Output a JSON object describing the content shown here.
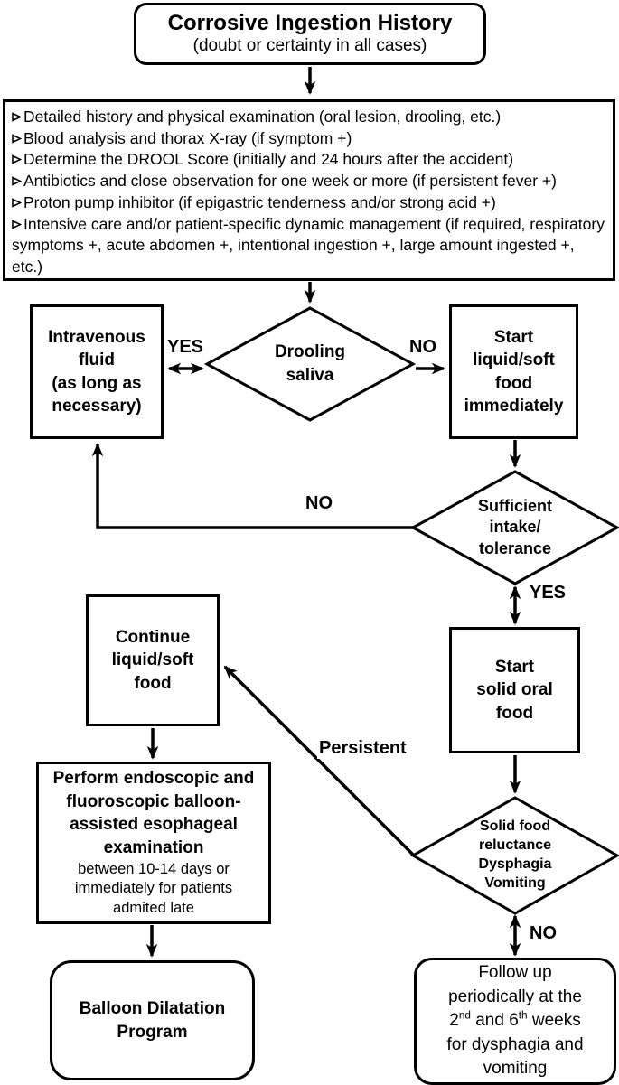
{
  "title_box": {
    "title": "Corrosive Ingestion History",
    "subtitle": "(doubt or certainty in all cases)"
  },
  "assessment_box": {
    "items": [
      "Detailed history and physical examination (oral lesion, drooling, etc.)",
      "Blood analysis and thorax X-ray (if symptom +)",
      "Determine the DROOL Score (initially and 24 hours after the accident)",
      "Antibiotics and close observation for one week or more (if persistent fever +)",
      "Proton pump inhibitor (if epigastric tenderness and/or strong acid +)",
      "Intensive care and/or patient-specific dynamic management (if required, respiratory symptoms +, acute abdomen +, intentional ingestion +, large amount ingested +, etc.)"
    ]
  },
  "nodes": {
    "intravenous_fluid": {
      "label": "Intravenous\nfluid\n(as long as\nnecessary)"
    },
    "drooling_saliva": {
      "label": "Drooling\nsaliva"
    },
    "start_liquid_soft_food": {
      "label": "Start\nliquid/soft\nfood\nimmediately"
    },
    "sufficient_intake": {
      "label": "Sufficient\nintake/\ntolerance"
    },
    "start_solid_oral_food": {
      "label": "Start\nsolid oral\nfood"
    },
    "continue_liquid_soft_food": {
      "label": "Continue\nliquid/soft\nfood"
    },
    "solid_food_reluctance": {
      "label": "Solid food\nreluctance\nDysphagia\nVomiting"
    },
    "perform_endoscopic": {
      "title": "Perform endoscopic and\nfluoroscopic balloon-\nassisted esophageal\nexamination",
      "note": "between 10-14 days or\nimmediately for patients\nadmited late"
    },
    "balloon_dilatation": {
      "label": "Balloon Dilatation\nProgram"
    },
    "follow_up": {
      "line1": "Follow up",
      "line2": "periodically at the",
      "line3_a": "2",
      "line3_sup1": "nd",
      "line3_b": " and 6",
      "line3_sup2": "th",
      "line3_c": " weeks",
      "line4": "for dysphagia and",
      "line5": "vomiting"
    }
  },
  "edge_labels": {
    "yes_drooling": "YES",
    "no_drooling": "NO",
    "no_sufficient": "NO",
    "yes_sufficient": "YES",
    "persistent": "Persistent",
    "no_solid_food": "NO"
  },
  "colors": {
    "line": "#000000",
    "background": "#ffffff"
  }
}
